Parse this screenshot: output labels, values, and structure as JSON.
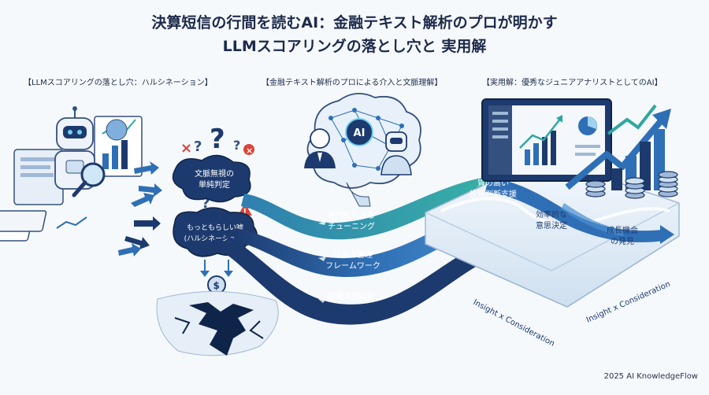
{
  "title_line1": "決算短信の行間を読むAI：金融テキスト解析のプロが明かす",
  "title_line2": "LLMスコアリングの落とし穴と 実用解",
  "sections": {
    "left": "【LLMスコアリングの落とし穴：ハルシネーション】",
    "middle": "【金融テキスト解析のプロによる介入と文脈理解】",
    "right": "【実用解：優秀なジュニアアナリストとしてのAI】"
  },
  "left_bubbles": {
    "bubble1": [
      "文脈無視の",
      "単純判定"
    ],
    "bubble2": [
      "もっともらしい嘘",
      "(ハルシネーション)"
    ]
  },
  "middle_labels": {
    "ai_badge": "AI",
    "tuning": [
      "専門知による",
      "チューニング"
    ],
    "risk": [
      "リスク管理",
      "フレームワーク"
    ],
    "ops": "協働運用設計"
  },
  "right_labels": {
    "decision": [
      "質の高い",
      "投資判断支援"
    ],
    "efficiency": [
      "効率的な",
      "意思決定"
    ],
    "growth": [
      "成長機会",
      "の発見"
    ],
    "insight1": "Insight x Consideration",
    "insight2": "Insight x Consideration"
  },
  "symbols": {
    "question": "?",
    "warning": "!",
    "cross": "×",
    "coin": "$"
  },
  "credit": "2025 AI KnowledgeFlow",
  "colors": {
    "navy": "#1d3a6e",
    "teal": "#2fa7a0",
    "blue": "#2f6fb5",
    "light": "#dbe9f6",
    "red": "#d9443b"
  }
}
